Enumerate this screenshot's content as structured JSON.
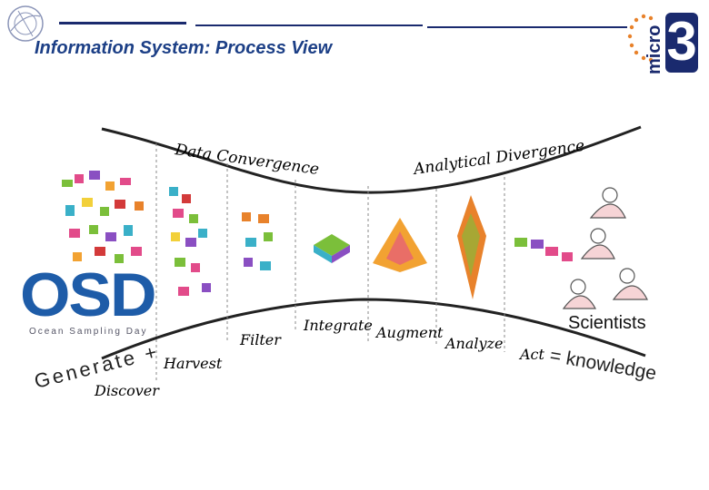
{
  "header": {
    "title": "Information System: Process View",
    "brand_text": "micro",
    "brand_digit": "3"
  },
  "osd_logo": {
    "text": "OSD",
    "tagline": "Ocean Sampling Day"
  },
  "diagram": {
    "top_labels": [
      "Data Convergence",
      "Analytical Divergence"
    ],
    "bottom_labels": [
      "Discover",
      "Harvest",
      "Filter",
      "Integrate",
      "Augment",
      "Analyze",
      "Act"
    ],
    "generate_text": "Generate +",
    "scientists": "Scientists",
    "knowledge_text": "= knowledge"
  },
  "colors": {
    "title": "#1c3f86",
    "rule": "#1a2a6e",
    "handwriting": "#8a4a92",
    "osd_blue": "#1e5ca8",
    "brand_dark": "#1a2a6e",
    "star_orange": "#e8822b"
  }
}
